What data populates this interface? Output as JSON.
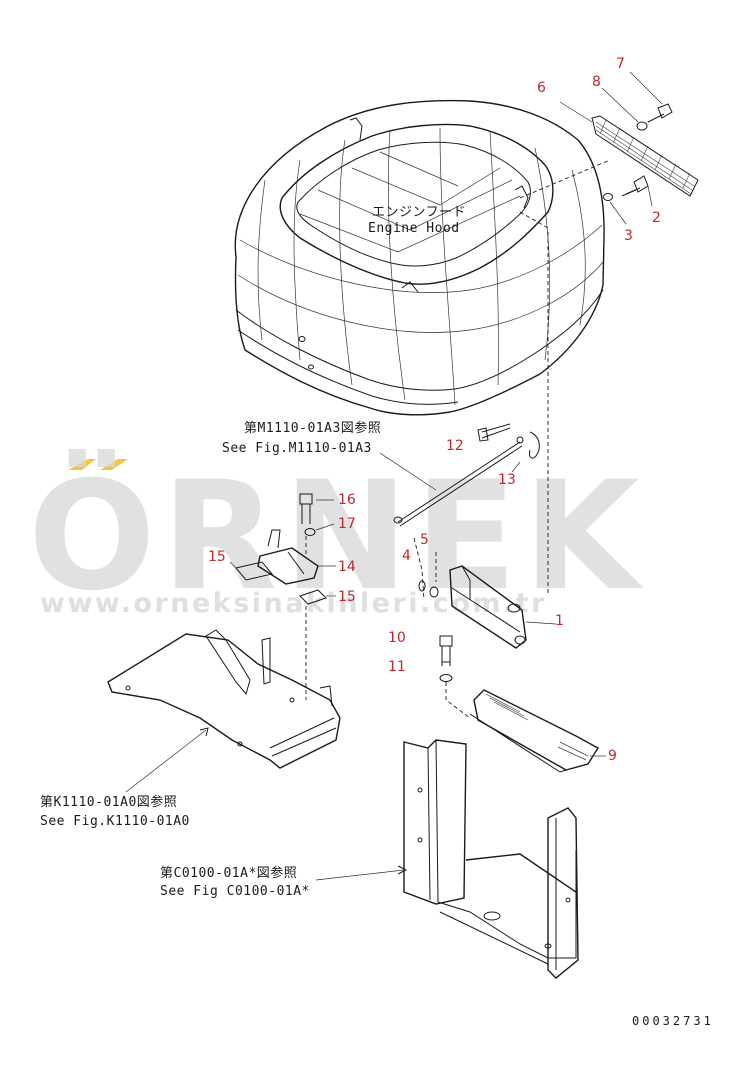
{
  "watermark": {
    "brand": "ÖRNEK",
    "url": "www.orneksinakinleri.com.tr",
    "accent_color": "#f4c542"
  },
  "engine_hood": {
    "label_jp": "エンジンフード",
    "label_en": "Engine Hood"
  },
  "references": {
    "m1110": {
      "jp": "第M1110-01A3図参照",
      "en": "See Fig.M1110-01A3"
    },
    "k1110": {
      "jp": "第K1110-01A0図参照",
      "en": "See Fig.K1110-01A0"
    },
    "c0100": {
      "jp": "第C0100-01A*図参照",
      "en": "See Fig C0100-01A*"
    }
  },
  "part_numbers": {
    "p1": "1",
    "p2": "2",
    "p3": "3",
    "p4": "4",
    "p5": "5",
    "p6": "6",
    "p7": "7",
    "p8": "8",
    "p9": "9",
    "p10": "10",
    "p11": "11",
    "p12": "12",
    "p13": "13",
    "p14": "14",
    "p15a": "15",
    "p15b": "15",
    "p16": "16",
    "p17": "17"
  },
  "document_number": "00032731",
  "colors": {
    "part_number": "#c0282a",
    "line": "#1a1a1a",
    "watermark": "#d8d8d8"
  }
}
